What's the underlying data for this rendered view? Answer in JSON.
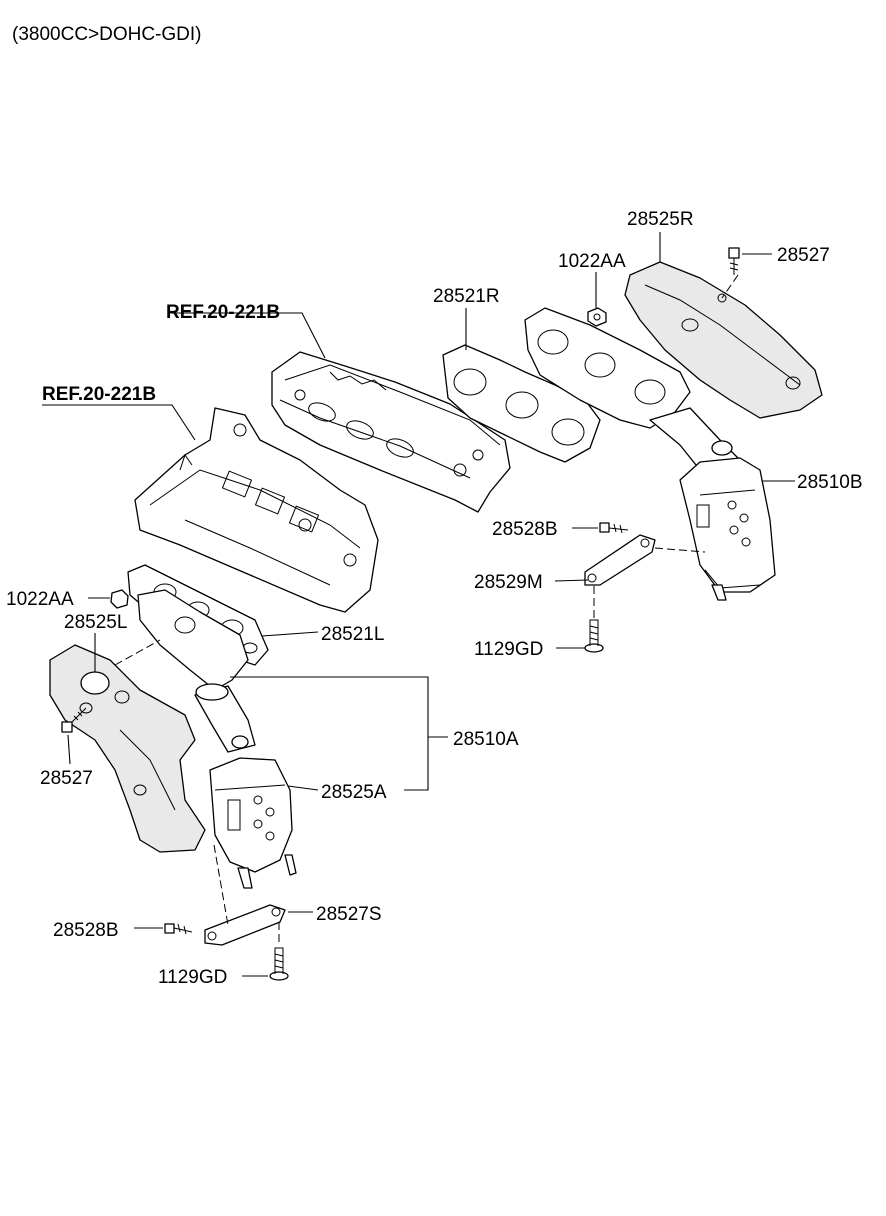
{
  "header": {
    "engine_spec": "(3800CC>DOHC-GDI)"
  },
  "references": {
    "ref_right_head": "REF.20-221B",
    "ref_left_head": "REF.20-221B"
  },
  "part_labels": {
    "heat_protector_right": "28525R",
    "bolt_right": "28527",
    "nut_right": "1022AA",
    "gasket_right": "28521R",
    "manifold_catalyst_right": "28510B",
    "bolt_bracket_right": "28528B",
    "bracket_right": "28529M",
    "bolt_flange_right": "1129GD",
    "nut_left": "1022AA",
    "heat_protector_left": "28525L",
    "gasket_left": "28521L",
    "manifold_catalyst_left": "28510A",
    "bolt_left": "28527",
    "heat_protector_catalyst_left": "28525A",
    "bolt_bracket_left": "28528B",
    "bracket_left": "28527S",
    "bolt_flange_left": "1129GD"
  }
}
